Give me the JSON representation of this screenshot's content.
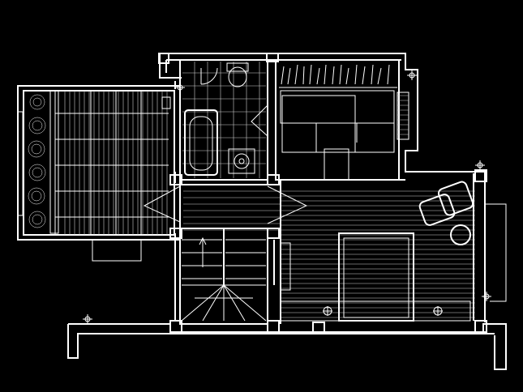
{
  "drawing": {
    "background": "#000000",
    "line_color": "#ffffff",
    "view": "architectural-floor-plan",
    "text_labels": []
  },
  "rooms": [
    {
      "name": "terrace-deck",
      "flooring": "timber-decking",
      "furniture": [
        "planter-shrubs"
      ]
    },
    {
      "name": "bathroom",
      "flooring": "square-tiles",
      "furniture": [
        "toilet",
        "bathtub",
        "sink"
      ]
    },
    {
      "name": "dressing-room",
      "flooring": "plain",
      "furniture": [
        "hanging-rail",
        "storage-cabinet",
        "desk",
        "stool"
      ]
    },
    {
      "name": "hall",
      "flooring": "parquet",
      "furniture": [
        "swing-door"
      ]
    },
    {
      "name": "staircase",
      "flooring": "steps",
      "furniture": [
        "winder-steps",
        "direction-arrow"
      ]
    },
    {
      "name": "bedroom",
      "flooring": "parquet",
      "furniture": [
        "double-bed",
        "armchair",
        "round-table",
        "side-lamps"
      ]
    }
  ]
}
